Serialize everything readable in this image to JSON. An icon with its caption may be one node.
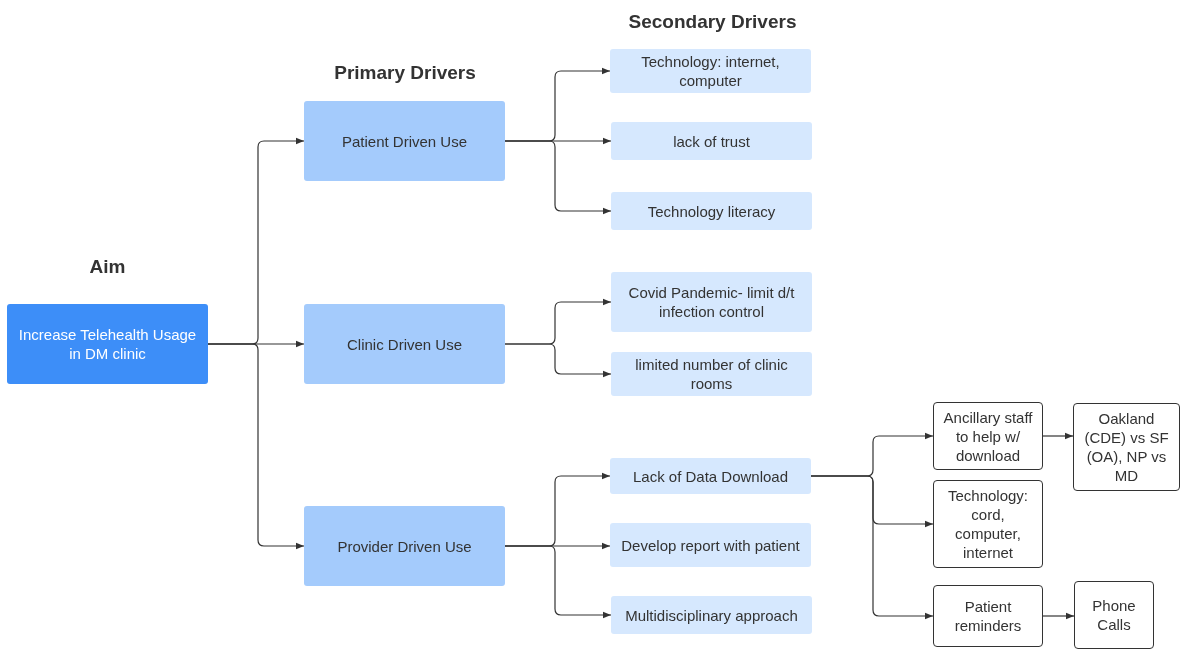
{
  "diagram": {
    "nodes": [
      {
        "text": [
          "Increase Telehealth Usage in DM clinic"
        ]
      },
      {
        "text": [
          "Patient Driven Use"
        ]
      },
      {
        "text": [
          "Clinic Driven Use"
        ]
      },
      {
        "text": [
          "Provider Driven Use"
        ]
      },
      {
        "text": [
          "Technology: internet, computer"
        ]
      },
      {
        "text": [
          "lack of trust"
        ]
      },
      {
        "text": [
          "Technology literacy"
        ]
      },
      {
        "text": [
          "Covid Pandemic- limit d/t infection control"
        ]
      },
      {
        "text": [
          "limited number of clinic rooms"
        ]
      },
      {
        "text": [
          "Lack of Data Download"
        ]
      },
      {
        "text": [
          "Develop report with patient"
        ]
      },
      {
        "text": [
          "Multidisciplinary approach"
        ]
      },
      {
        "text": [
          "Ancillary staff to help w/ download"
        ]
      },
      {
        "text": [
          "Technology: cord, computer, internet"
        ]
      },
      {
        "text": [
          "Patient reminders"
        ]
      },
      {
        "text": [
          "Oakland (CDE) vs SF (OA), NP vs MD"
        ]
      },
      {
        "text": [
          "Phone Calls"
        ]
      }
    ],
    "edges": [
      {
        "from": 0,
        "to": 1,
        "arrow": "to"
      },
      {
        "from": 0,
        "to": 2,
        "arrow": "to"
      },
      {
        "from": 0,
        "to": 3,
        "arrow": "to"
      },
      {
        "from": 1,
        "to": 4,
        "arrow": "to"
      },
      {
        "from": 1,
        "to": 5,
        "arrow": "to"
      },
      {
        "from": 1,
        "to": 6,
        "arrow": "to"
      },
      {
        "from": 2,
        "to": 7,
        "arrow": "to"
      },
      {
        "from": 2,
        "to": 8,
        "arrow": "to"
      },
      {
        "from": 3,
        "to": 9,
        "arrow": "to"
      },
      {
        "from": 3,
        "to": 10,
        "arrow": "to"
      },
      {
        "from": 3,
        "to": 11,
        "arrow": "to"
      },
      {
        "from": 9,
        "to": 12,
        "arrow": "to"
      },
      {
        "from": 9,
        "to": 13,
        "arrow": "to"
      },
      {
        "from": 9,
        "to": 14,
        "arrow": "to"
      },
      {
        "from": 12,
        "to": 15,
        "arrow": "to"
      },
      {
        "from": 14,
        "to": 16,
        "arrow": "to"
      }
    ],
    "labels": [
      "Secondary Drivers",
      "Primary Drivers",
      "Aim"
    ]
  }
}
